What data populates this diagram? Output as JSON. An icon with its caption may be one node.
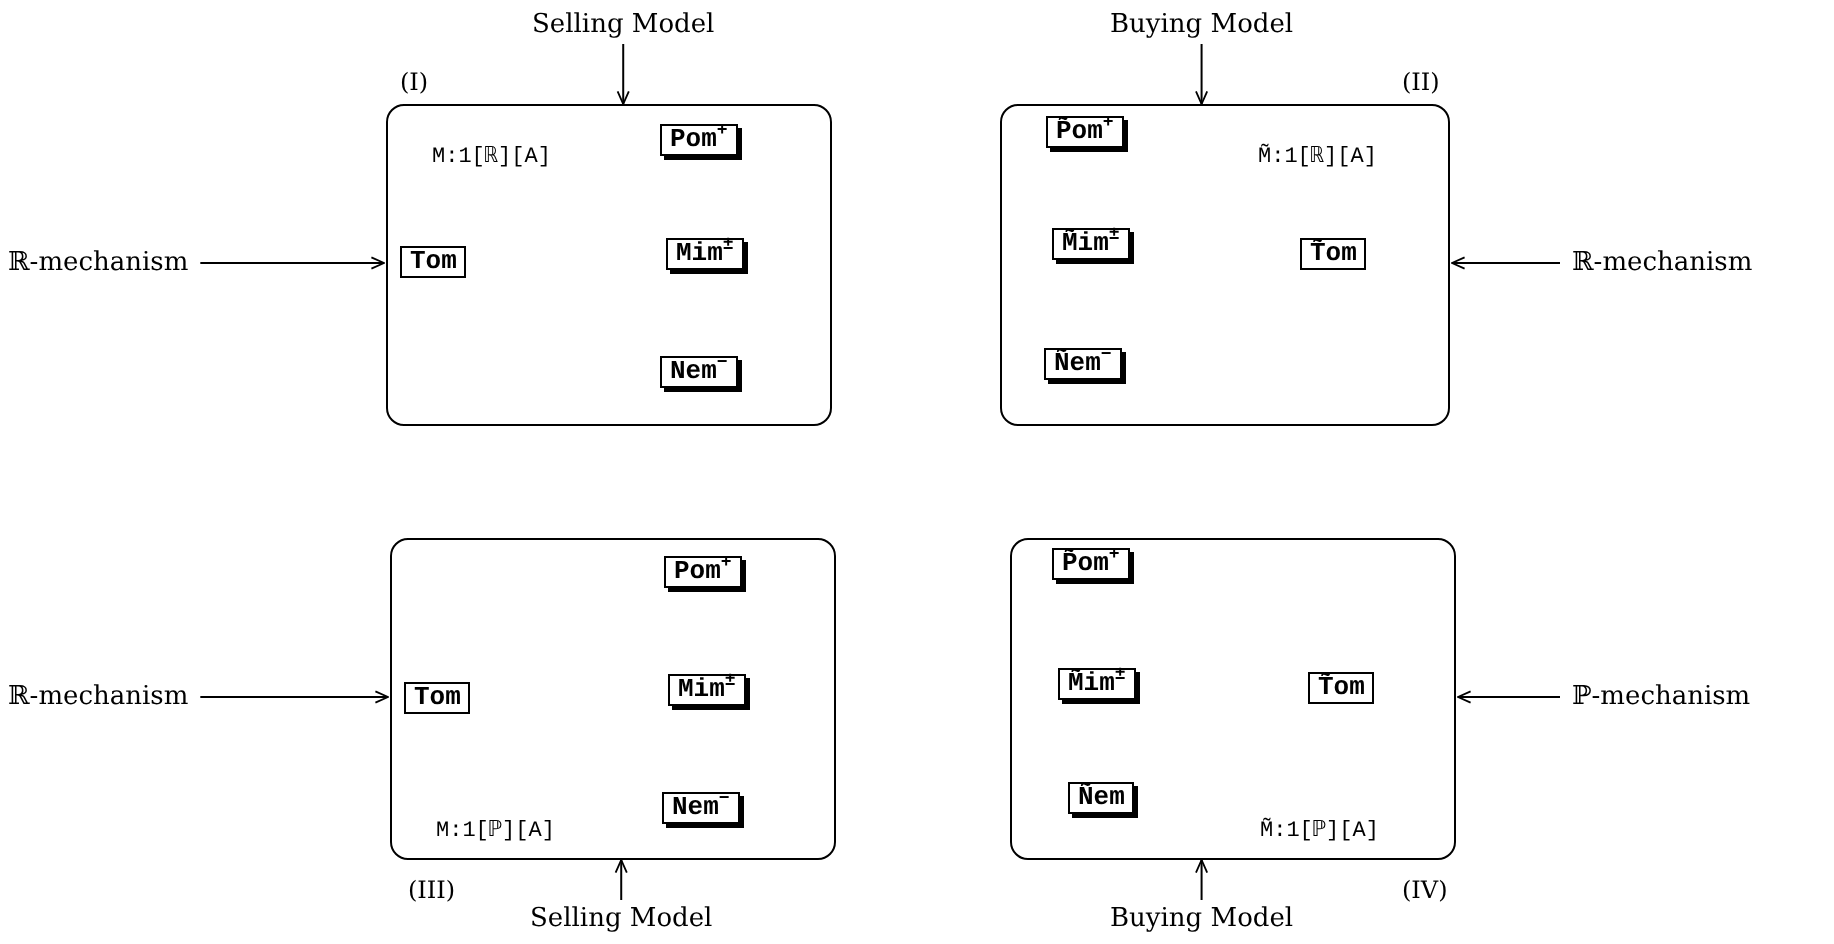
{
  "diagram": {
    "nodes": [
      {
        "text": [
          "Selling Model"
        ]
      },
      {
        "text": [
          "Buying Model"
        ]
      },
      {
        "text": [
          "(I)",
          "M:1[ℝ][A]"
        ]
      },
      {
        "text": [
          "Pom$^{+}$"
        ],
        "in": 2
      },
      {
        "text": [
          "Tom"
        ],
        "in": 2
      },
      {
        "text": [
          "Mim$^{±}$"
        ],
        "in": 2
      },
      {
        "text": [
          "Nem$^{−}$"
        ],
        "in": 2
      },
      {
        "text": [
          "ℝ-mechanism"
        ]
      },
      {
        "text": [
          "(II)",
          "M̃:1[ℝ][A]"
        ]
      },
      {
        "text": [
          "P̃om$^{+}$"
        ],
        "in": 8
      },
      {
        "text": [
          "M̃im$^{±}$"
        ],
        "in": 8
      },
      {
        "text": [
          "T̃om"
        ],
        "in": 8
      },
      {
        "text": [
          "Ñem$^{−}$"
        ],
        "in": 8
      },
      {
        "text": [
          "ℝ-mechanism"
        ]
      },
      {
        "text": [
          "ℝ-mechanism"
        ]
      },
      {
        "text": [
          "M:1[ℙ][A]",
          "(III)"
        ]
      },
      {
        "text": [
          "Pom$^{+}$"
        ],
        "in": 15
      },
      {
        "text": [
          "Tom"
        ],
        "in": 15
      },
      {
        "text": [
          "Mim$^{±}$"
        ],
        "in": 15
      },
      {
        "text": [
          "Nem$^{−}$"
        ],
        "in": 15
      },
      {
        "text": [
          "ℙ-mechanism"
        ]
      },
      {
        "text": [
          "M̃:1[ℙ][A]",
          "(IV)"
        ]
      },
      {
        "text": [
          "P̃om$^{+}$"
        ],
        "in": 21
      },
      {
        "text": [
          "M̃im$^{±}$"
        ],
        "in": 21
      },
      {
        "text": [
          "T̃om"
        ],
        "in": 21
      },
      {
        "text": [
          "Ñem"
        ],
        "in": 21
      },
      {
        "text": [
          "Selling Model"
        ]
      },
      {
        "text": [
          "Buying Model"
        ]
      }
    ],
    "edges": [
      {
        "from": 0,
        "to": 2,
        "arrow": "to"
      },
      {
        "from": 7,
        "to": 2,
        "arrow": "to"
      },
      {
        "from": 1,
        "to": 8,
        "arrow": "to"
      },
      {
        "from": 13,
        "to": 8,
        "arrow": "to"
      },
      {
        "from": 14,
        "to": 15,
        "arrow": "to"
      },
      {
        "from": 20,
        "to": 21,
        "arrow": "to"
      },
      {
        "from": 26,
        "to": 15,
        "arrow": "to"
      },
      {
        "from": 27,
        "to": 21,
        "arrow": "to"
      }
    ]
  }
}
